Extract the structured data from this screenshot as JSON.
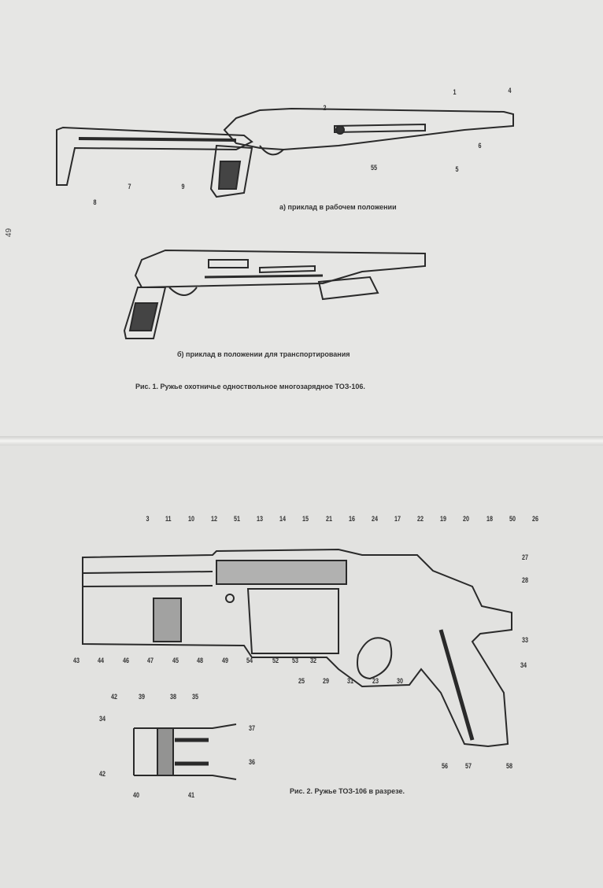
{
  "page_number": "49",
  "figure1": {
    "caption_a": "а) приклад в рабочем положении",
    "caption_b": "б) приклад в положении для транспортирования",
    "caption": "Рис. 1. Ружье охотничье одноствольное многозарядное ТОЗ-106.",
    "labels": [
      "2",
      "1",
      "4",
      "6",
      "5",
      "55",
      "7",
      "8",
      "9"
    ]
  },
  "figure2": {
    "caption": "Рис. 2. Ружье ТОЗ-106 в разрезе.",
    "top_labels": [
      "3",
      "11",
      "10",
      "12",
      "51",
      "13",
      "14",
      "15",
      "21",
      "16",
      "24",
      "17",
      "22",
      "19",
      "20",
      "18",
      "50",
      "26"
    ],
    "right_labels": [
      "27",
      "28",
      "33",
      "34"
    ],
    "bottom_labels": [
      "43",
      "44",
      "46",
      "47",
      "45",
      "48",
      "49",
      "54",
      "52",
      "53",
      "32",
      "25",
      "29",
      "31",
      "23",
      "30"
    ],
    "grip_labels": [
      "56",
      "57",
      "58"
    ],
    "inset_labels": [
      "42",
      "39",
      "38",
      "35",
      "34",
      "37",
      "36",
      "42",
      "40",
      "41"
    ]
  }
}
